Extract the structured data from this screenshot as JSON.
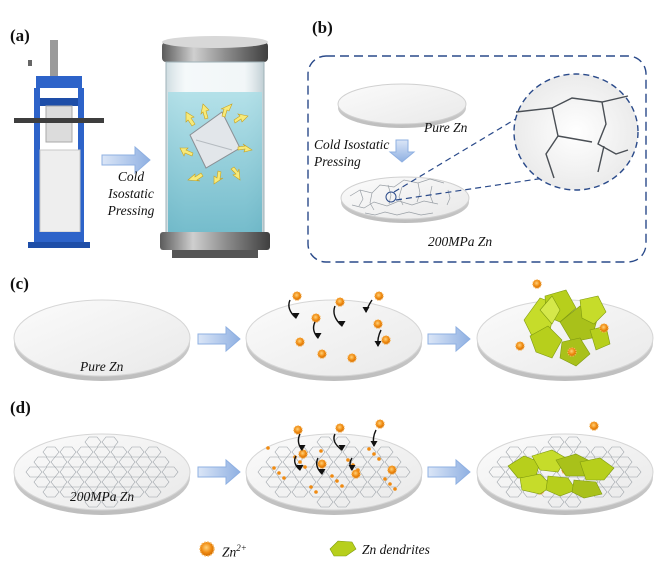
{
  "panels": {
    "a": {
      "letter": "(a)",
      "process_line1": "Cold",
      "process_line2": "Isostatic",
      "process_line3": "Pressing"
    },
    "b": {
      "letter": "(b)",
      "top_disc_label": "Pure Zn",
      "process_line1": "Cold Isostatic",
      "process_line2": "Pressing",
      "bottom_disc_label": "200MPa Zn"
    },
    "c": {
      "letter": "(c)",
      "disc_label": "Pure Zn"
    },
    "d": {
      "letter": "(d)",
      "disc_label": "200MPa Zn"
    }
  },
  "legend": {
    "ion_label": "Zn",
    "ion_charge": "2+",
    "dendrite_label": "Zn dendrites"
  },
  "colors": {
    "press_frame": "#2d63c9",
    "arrow": "#a9c3ea",
    "dashed_box": "#2a4a8a",
    "ion": "#f08a10",
    "dendrite": "#b7cf1c",
    "disc": "#f3f3f3",
    "crack": "#9aa0a6"
  }
}
